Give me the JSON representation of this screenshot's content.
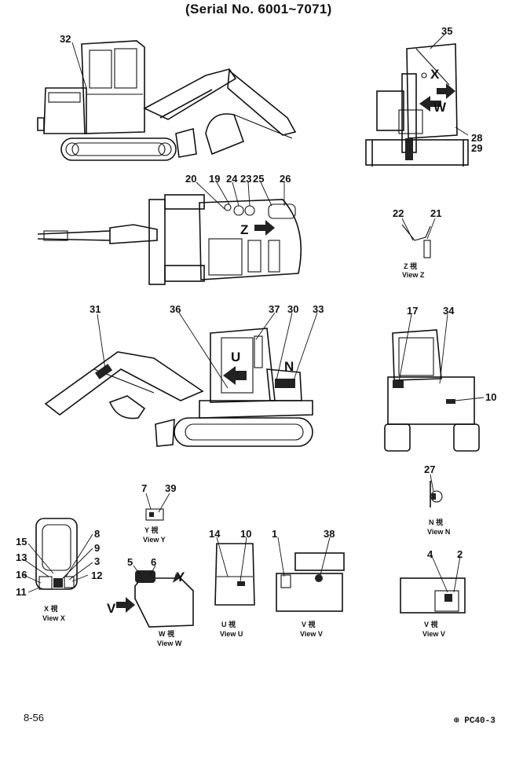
{
  "header": {
    "serial": "(Serial No. 6001~7071)"
  },
  "footer": {
    "page": "8-56",
    "model": "PC40-3",
    "model_mark": "⊕"
  },
  "callouts": {
    "c1": "1",
    "c2": "2",
    "c3": "3",
    "c4": "4",
    "c5": "5",
    "c6": "6",
    "c7": "7",
    "c8": "8",
    "c9": "9",
    "c10a": "10",
    "c10b": "10",
    "c11": "11",
    "c12": "12",
    "c13": "13",
    "c14": "14",
    "c15": "15",
    "c16": "16",
    "c17": "17",
    "c19": "19",
    "c20": "20",
    "c21": "21",
    "c22": "22",
    "c23": "23",
    "c24": "24",
    "c25": "25",
    "c26": "26",
    "c27": "27",
    "c28": "28",
    "c29": "29",
    "c30": "30",
    "c31": "31",
    "c32": "32",
    "c33": "33",
    "c34": "34",
    "c35": "35",
    "c36": "36",
    "c37": "37",
    "c38": "38",
    "c39": "39"
  },
  "arrow_letters": {
    "x": "X",
    "w": "W",
    "z": "Z",
    "u": "U",
    "n": "N",
    "y": "Y",
    "v1": "V"
  },
  "views": {
    "z": {
      "kanji": "Z 視",
      "label": "View Z"
    },
    "x": {
      "kanji": "X 視",
      "label": "View X"
    },
    "y": {
      "kanji": "Y 視",
      "label": "View Y"
    },
    "w": {
      "kanji": "W 視",
      "label": "View W"
    },
    "u": {
      "kanji": "U 視",
      "label": "View U"
    },
    "v1": {
      "kanji": "V 視",
      "label": "View V"
    },
    "n": {
      "kanji": "N 視",
      "label": "View N"
    },
    "v2": {
      "kanji": "V 視",
      "label": "View V"
    }
  }
}
